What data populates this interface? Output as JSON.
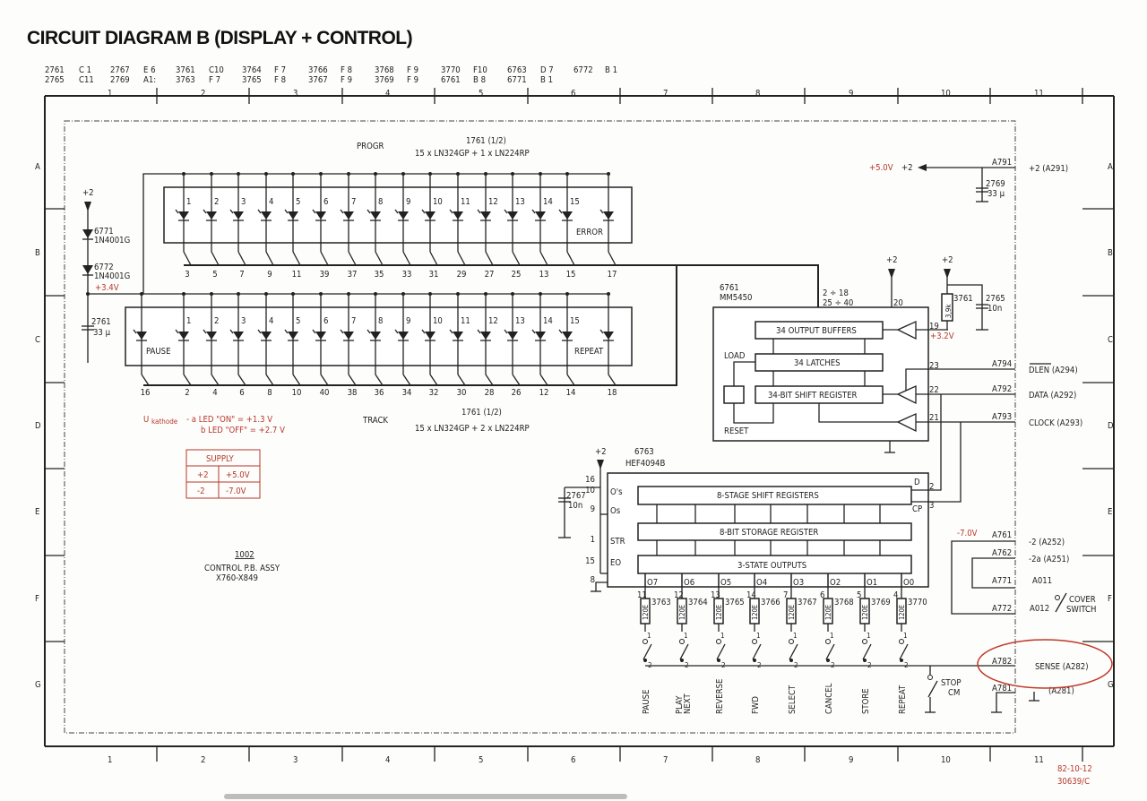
{
  "title": "CIRCUIT DIAGRAM B (DISPLAY + CONTROL)",
  "ref_table": {
    "row1": [
      "2761",
      "C 1",
      "2767",
      "E 6",
      "3761",
      "C10",
      "3764",
      "F 7",
      "3766",
      "F 8",
      "3768",
      "F 9",
      "3770",
      "F10",
      "6763",
      "D 7",
      "6772",
      "B 1"
    ],
    "row2": [
      "2765",
      "C11",
      "2769",
      "A1:",
      "3763",
      "F 7",
      "3765",
      "F 8",
      "3767",
      "F 9",
      "3769",
      "F 9",
      "6761",
      "B 8",
      "6771",
      "B 1"
    ]
  },
  "grid": {
    "columns": [
      "1",
      "2",
      "3",
      "4",
      "5",
      "6",
      "7",
      "8",
      "9",
      "10",
      "11"
    ],
    "rows": [
      "A",
      "B",
      "C",
      "D",
      "E",
      "F",
      "G"
    ]
  },
  "progr": {
    "label": "PROGR",
    "part": "1761 (1/2)",
    "desc": "15 x LN324GP + 1 x LN224RP",
    "led_numbers": [
      "1",
      "2",
      "3",
      "4",
      "5",
      "6",
      "7",
      "8",
      "9",
      "10",
      "11",
      "12",
      "13",
      "14",
      "15"
    ],
    "error_label": "ERROR",
    "pins": [
      "3",
      "5",
      "7",
      "9",
      "11",
      "39",
      "37",
      "35",
      "33",
      "31",
      "29",
      "27",
      "25",
      "13",
      "15",
      "17"
    ]
  },
  "track": {
    "label": "TRACK",
    "part": "1761 (1/2)",
    "desc": "15 x LN324GP + 2 x LN224RP",
    "led_numbers": [
      "1",
      "2",
      "3",
      "4",
      "5",
      "6",
      "7",
      "8",
      "9",
      "10",
      "11",
      "12",
      "13",
      "14",
      "15"
    ],
    "pause_label": "PAUSE",
    "repeat_label": "REPEAT",
    "pins": [
      "16",
      "2",
      "4",
      "6",
      "8",
      "10",
      "40",
      "38",
      "36",
      "34",
      "32",
      "30",
      "28",
      "26",
      "12",
      "14",
      "18"
    ]
  },
  "left_supply": {
    "plus2": "+2",
    "d1": "6771",
    "d1_type": "1N4001G",
    "d2": "6772",
    "d2_type": "1N4001G",
    "voltage": "+3.4V",
    "cap": "2761",
    "cap_val": "33 µ"
  },
  "note": {
    "u": "U",
    "sub": "kathode",
    "line1": "-  a LED \"ON\"   = +1.3 V",
    "line2": "b LED \"OFF\" = +2.7 V"
  },
  "supply_table": {
    "header": "SUPPLY",
    "rows": [
      [
        "+2",
        "+5.0V"
      ],
      [
        "-2",
        "-7.0V"
      ]
    ]
  },
  "assembly": {
    "number": "1002",
    "name": "CONTROL P.B. ASSY",
    "range": "X760-X849"
  },
  "mm5450": {
    "ref": "6761",
    "type": "MM5450",
    "pins_label1": "2 ÷ 18",
    "pins_label2": "25 ÷ 40",
    "pin20": "20",
    "pin19": "19",
    "pin23": "23",
    "pin22": "22",
    "pin21": "21",
    "out_buffers": "34 OUTPUT BUFFERS",
    "latches": "34 LATCHES",
    "shift": "34-BIT SHIFT REGISTER",
    "load": "LOAD",
    "reset": "RESET",
    "v19": "+3.2V",
    "plus2": "+2"
  },
  "r3761": {
    "ref": "3761",
    "val": "3,9k",
    "plus2": "+2"
  },
  "c2765": {
    "ref": "2765",
    "val": "10n"
  },
  "top_right": {
    "voltage": "+5.0V",
    "net": "+2",
    "conn": "A791",
    "label": "+2 (A291)",
    "cap": "2769",
    "cap_val": "33 µ"
  },
  "signals": [
    {
      "conn": "A794",
      "label": "DLEN (A294)"
    },
    {
      "conn": "A792",
      "label": "DATA (A292)"
    },
    {
      "conn": "A793",
      "label": "CLOCK (A293)"
    }
  ],
  "hef4094": {
    "ref": "6763",
    "type": "HEF4094B",
    "plus2": "+2",
    "shift": "8-STAGE SHIFT REGISTERS",
    "storage": "8-BIT STORAGE REGISTER",
    "outputs": "3-STATE OUTPUTS",
    "left_pins": [
      [
        "16",
        ""
      ],
      [
        "10",
        "O's"
      ],
      [
        "9",
        "Os"
      ],
      [
        "1",
        "STR"
      ],
      [
        "15",
        "EO"
      ],
      [
        "8",
        ""
      ]
    ],
    "d": "D",
    "cp": "CP",
    "pin2": "2",
    "pin3": "3",
    "outs": [
      "O7",
      "O6",
      "O5",
      "O4",
      "O3",
      "O2",
      "O1",
      "O0"
    ]
  },
  "c2767": {
    "ref": "2767",
    "val": "10n"
  },
  "resistors": [
    {
      "pin": "11",
      "ref": "3763",
      "val": "120E"
    },
    {
      "pin": "12",
      "ref": "3764",
      "val": "120E"
    },
    {
      "pin": "13",
      "ref": "3765",
      "val": "120E"
    },
    {
      "pin": "14",
      "ref": "3766",
      "val": "120E"
    },
    {
      "pin": "7",
      "ref": "3767",
      "val": "120E"
    },
    {
      "pin": "6",
      "ref": "3768",
      "val": "120E"
    },
    {
      "pin": "5",
      "ref": "3769",
      "val": "120E"
    },
    {
      "pin": "4",
      "ref": "3770",
      "val": "120E"
    }
  ],
  "switches": [
    "PAUSE",
    "PLAY NEXT",
    "REVERSE",
    "FWD",
    "SELECT",
    "CANCEL",
    "STORE",
    "REPEAT"
  ],
  "stop_switch": "STOP CM",
  "right_conns": {
    "v_neg": "-7.0V",
    "a761": "A761",
    "a761_label": "-2 (A252)",
    "a762": "A762",
    "a762_label": "-2a (A251)",
    "a771": "A771",
    "a011": "A011",
    "a772": "A772",
    "a012": "A012",
    "cover": "COVER",
    "switch": "SWITCH",
    "a782": "A782",
    "sense": "SENSE (A282)",
    "a781": "A781",
    "a281": "(A281)"
  },
  "footer": {
    "date": "82-10-12",
    "doc": "30639/C"
  },
  "colors": {
    "ink": "#222222",
    "red": "#b8382b",
    "paper": "#fdfdfb"
  }
}
